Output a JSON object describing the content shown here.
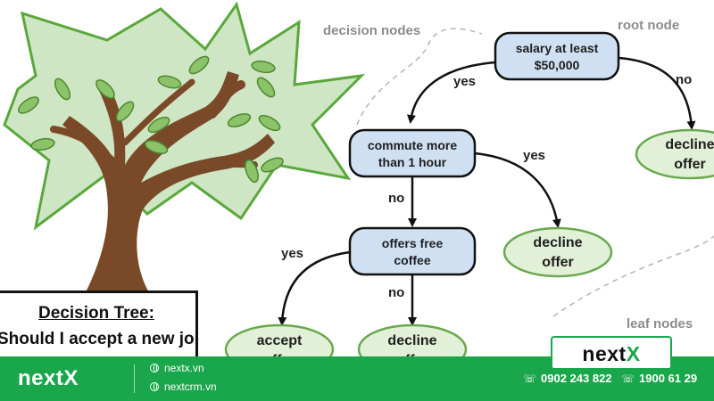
{
  "annotations": {
    "decision_nodes": "decision nodes",
    "root_node": "root node",
    "leaf_nodes": "leaf nodes"
  },
  "nodes": {
    "root": {
      "line1": "salary at least",
      "line2": "$50,000"
    },
    "commute": {
      "line1": "commute more",
      "line2": "than 1 hour"
    },
    "coffee": {
      "line1": "offers free",
      "line2": "coffee"
    },
    "decline_right": {
      "line1": "decline",
      "line2": "offer"
    },
    "decline_mid": {
      "line1": "decline",
      "line2": "offer"
    },
    "accept": {
      "line1": "accept",
      "line2": "offer"
    },
    "decline_bottom": {
      "line1": "decline",
      "line2": "offer"
    }
  },
  "edges": {
    "root_yes": "yes",
    "root_no": "no",
    "commute_yes": "yes",
    "commute_no": "no",
    "coffee_yes": "yes",
    "coffee_no": "no"
  },
  "title": {
    "heading": "Decision Tree:",
    "question": "Should I accept a new job offer?"
  },
  "footer": {
    "brand": "nextX",
    "links": [
      "nextx.vn",
      "nextcrm.vn"
    ],
    "phones": [
      "0902 243 822",
      "1900 61 29"
    ]
  },
  "logo": {
    "prefix": "next",
    "accent": "X"
  },
  "colors": {
    "decision_fill": "#cfe0f3",
    "leaf_fill": "#e3f0d8",
    "tree_trunk": "#7a4a28",
    "foliage": "#cfe6c4",
    "footer_bg": "#1aa64a"
  }
}
